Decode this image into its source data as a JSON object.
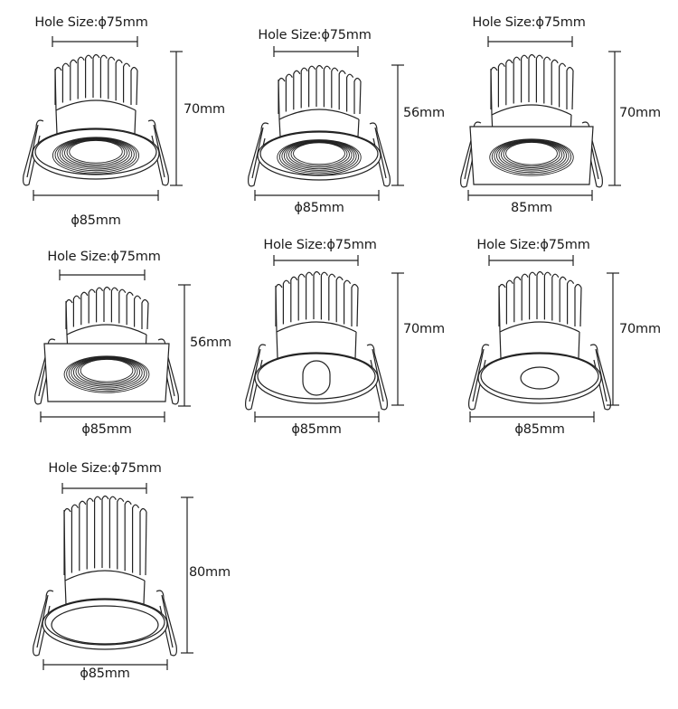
{
  "title": "Downlight dimension drawings",
  "line_color": "#222222",
  "background": "#ffffff",
  "products": [
    {
      "id": "p1",
      "trim": "round",
      "face": "baffle",
      "hole_size": "Hole Size:ϕ75mm",
      "height": "70mm",
      "width": "ϕ85mm"
    },
    {
      "id": "p2",
      "trim": "round",
      "face": "baffle",
      "hole_size": "Hole Size:ϕ75mm",
      "height": "56mm",
      "width": "ϕ85mm"
    },
    {
      "id": "p3",
      "trim": "square",
      "face": "baffle",
      "hole_size": "Hole Size:ϕ75mm",
      "height": "70mm",
      "width": "85mm"
    },
    {
      "id": "p4",
      "trim": "square",
      "face": "baffle",
      "hole_size": "Hole Size:ϕ75mm",
      "height": "56mm",
      "width": "ϕ85mm"
    },
    {
      "id": "p5",
      "trim": "round",
      "face": "oval-aperture",
      "hole_size": "Hole Size:ϕ75mm",
      "height": "70mm",
      "width": "ϕ85mm"
    },
    {
      "id": "p6",
      "trim": "round",
      "face": "pinhole",
      "hole_size": "Hole Size:ϕ75mm",
      "height": "70mm",
      "width": "ϕ85mm"
    },
    {
      "id": "p7",
      "trim": "round",
      "face": "flat-lens",
      "hole_size": "Hole Size:ϕ75mm",
      "height": "80mm",
      "width": "ϕ85mm"
    }
  ]
}
